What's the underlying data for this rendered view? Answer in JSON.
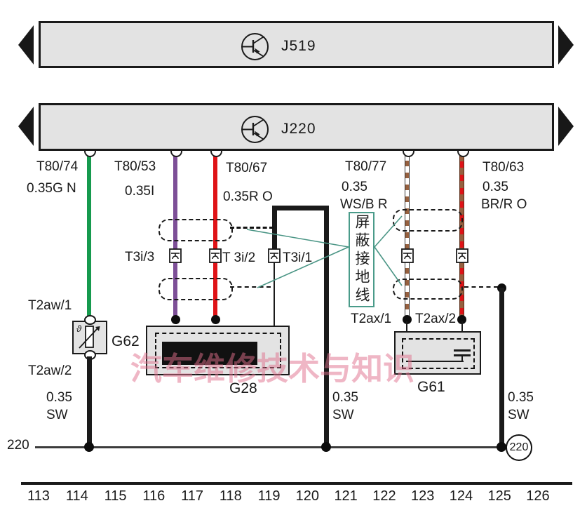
{
  "modules": {
    "j519": "J519",
    "j220": "J220"
  },
  "pins": {
    "t80_74": "T80/74",
    "t80_53": "T80/53",
    "t80_67": "T80/67",
    "t80_77": "T80/77",
    "t80_63": "T80/63"
  },
  "wire_specs": {
    "gn": "0.35G N",
    "li": "0.35I",
    "ro": "0.35R O",
    "wsbr_size": "0.35",
    "wsbr": "WS/B R",
    "brro_size": "0.35",
    "brro": "BR/R O",
    "sw_size": "0.35",
    "sw": "SW"
  },
  "connector_labels": {
    "t3i_3": "T3i/3",
    "t3i_2": "T 3i/2",
    "t3i_1": "T3i/1",
    "t2aw_1": "T2aw/1",
    "t2aw_2": "T2aw/2",
    "t2ax_1": "T2ax/1",
    "t2ax_2": "T2ax/2"
  },
  "components": {
    "g62": "G62",
    "g28": "G28",
    "g61": "G61"
  },
  "shield_note": "屏蔽接地线",
  "ground": {
    "left_label": "220",
    "node_label": "220"
  },
  "tracks": [
    "113",
    "114",
    "115",
    "116",
    "117",
    "118",
    "119",
    "120",
    "121",
    "122",
    "123",
    "124",
    "125",
    "126"
  ],
  "watermark": "汽车维修技术与知识",
  "colors": {
    "wire_green": "#169a4e",
    "wire_lilac": "#7d4f97",
    "wire_red": "#df1317",
    "wire_brown": "#96603f",
    "wire_black": "#111111",
    "note_teal": "#4a9b8a",
    "box_gray": "#e3e3e3",
    "watermark_pink": "#e0708c"
  }
}
